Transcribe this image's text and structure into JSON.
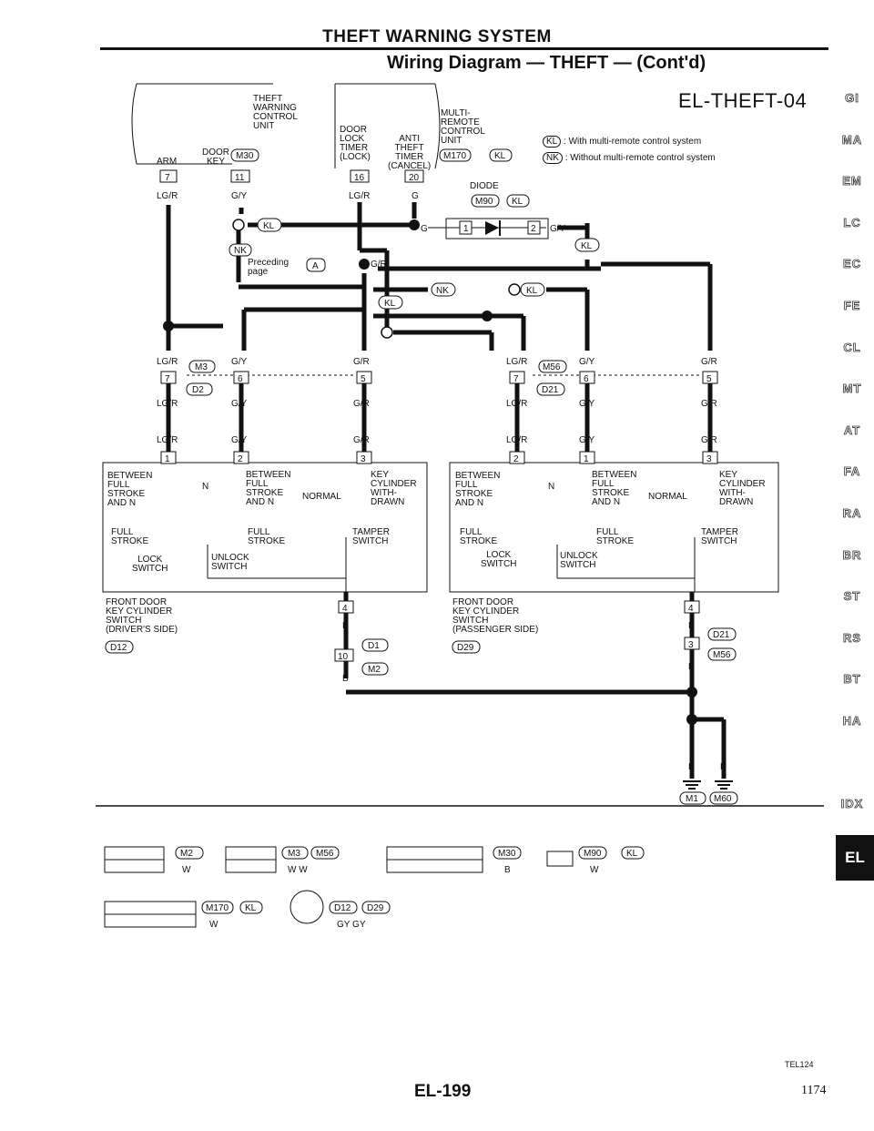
{
  "header": {
    "title": "THEFT WARNING SYSTEM",
    "subtitle": "Wiring Diagram — THEFT — (Cont'd)"
  },
  "diagram_code": "EL-THEFT-04",
  "legend": {
    "kl_text": ": With multi-remote control system",
    "nk_text": ": Without multi-remote control system"
  },
  "top_units": {
    "theft_unit": "THEFT\nWARNING\nCONTROL\nUNIT",
    "arm": "ARM",
    "door_key": "DOOR\nKEY",
    "door_lock_timer": "DOOR\nLOCK\nTIMER\n(LOCK)",
    "anti_theft_timer": "ANTI\nTHEFT\nTIMER\n(CANCEL)",
    "multi_remote": "MULTI-\nREMOTE\nCONTROL\nUNIT",
    "diode": "DIODE",
    "preceding_page": "Preceding\npage"
  },
  "switches": {
    "left_name": "FRONT DOOR\nKEY CYLINDER\nSWITCH\n(DRIVER'S SIDE)",
    "right_name": "FRONT DOOR\nKEY CYLINDER\nSWITCH\n(PASSENGER SIDE)",
    "between_full_stroke": "BETWEEN\nFULL\nSTROKE\nAND N",
    "n": "N",
    "full_stroke": "FULL\nSTROKE",
    "lock_switch": "LOCK\nSWITCH",
    "unlock_switch": "UNLOCK\nSWITCH",
    "normal": "NORMAL",
    "key_cylinder_withdrawn": "KEY\nCYLINDER\nWITH-\nDRAWN",
    "tamper_switch": "TAMPER\nSWITCH"
  },
  "connectors": {
    "M30": "M30",
    "M170": "M170",
    "M90": "M90",
    "M3": "M3",
    "D2": "D2",
    "M56": "M56",
    "D21": "D21",
    "D12": "D12",
    "D29": "D29",
    "D1": "D1",
    "M2": "M2",
    "M1": "M1",
    "M60": "M60",
    "KL": "KL",
    "NK": "NK",
    "A": "A"
  },
  "pins": [
    "7",
    "11",
    "16",
    "20",
    "1",
    "2",
    "3",
    "4",
    "5",
    "6",
    "10"
  ],
  "wires": {
    "lgr": "LG/R",
    "gy": "G/Y",
    "gr": "G/R",
    "g": "G",
    "b": "B"
  },
  "bottom_connectors": {
    "m2_color": "W",
    "m3_m56_color": "W  W",
    "m30_color": "B",
    "m90_color": "W",
    "m170_color": "W",
    "d12_d29_color": "GY  GY"
  },
  "sidebar": {
    "items": [
      "GI",
      "MA",
      "EM",
      "LC",
      "EC",
      "FE",
      "CL",
      "MT",
      "AT",
      "FA",
      "RA",
      "BR",
      "ST",
      "RS",
      "BT",
      "HA",
      "EL",
      "IDX"
    ],
    "active": "EL"
  },
  "footer": {
    "page_label": "EL-199",
    "page_number": "1174",
    "figure_id": "TEL124"
  }
}
